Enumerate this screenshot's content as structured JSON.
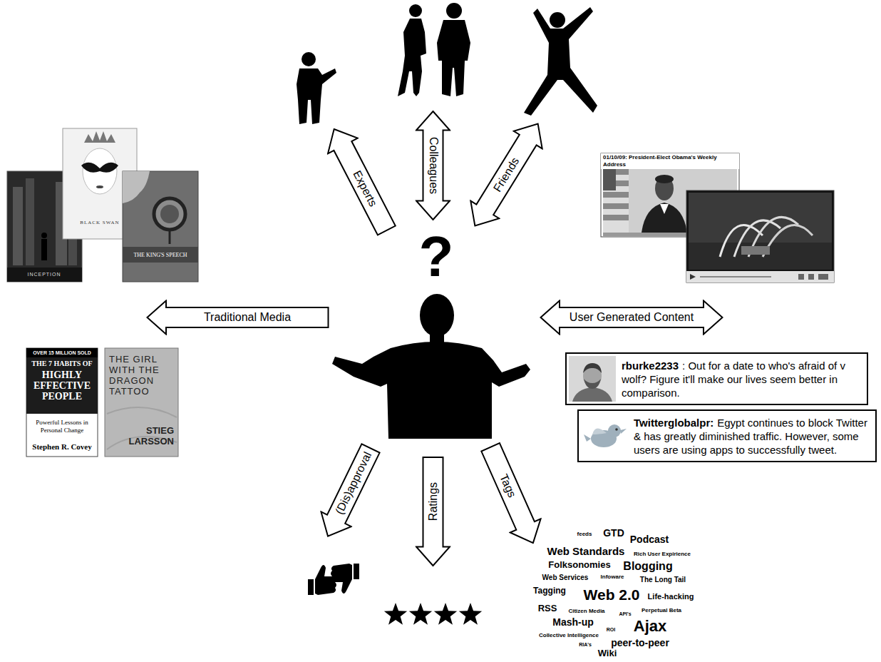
{
  "diagram": {
    "nodes": [
      {
        "text": [
          "Experts"
        ]
      },
      {
        "text": [
          "Colleagues"
        ]
      },
      {
        "text": [
          "Friends"
        ]
      },
      {
        "text": [
          "01/10/09: President-Elect Obama's Weekly Address"
        ]
      },
      {
        "text": [
          "Traditional Media"
        ]
      },
      {
        "text": [
          "User Generated Content"
        ]
      },
      {
        "text": [
          "rburke2233",
          ": Out for a date to who's afraid of v wolf? Figure it'll make our lives seem better in comparison."
        ]
      },
      {
        "text": [
          "Twitterglobalpr:",
          "Egypt continues to block Twitter & has greatly diminished traffic. However, some users are using apps to successfully tweet."
        ]
      },
      {
        "text": [
          "(Dis)approval"
        ]
      },
      {
        "text": [
          "Ratings"
        ]
      },
      {
        "text": [
          "Tags"
        ]
      }
    ],
    "labels": [
      "BLACK SWAN",
      "INCEPTION",
      "THE KING'S SPEECH",
      "?",
      "OVER 15 MILLION SOLD",
      "THE 7 HABITS OF",
      "HIGHLY EFFECTIVE PEOPLE",
      "Powerful Lessons in Personal Change",
      "Stephen R. Covey",
      "THE GIRL WITH THE DRAGON TATTOO",
      "STIEG LARSSON",
      "feeds",
      "GTD",
      "Podcast",
      "Web Standards",
      "Rich User Expirience",
      "Folksonomies",
      "Blogging",
      "Web Services",
      "Infoware",
      "The Long Tail",
      "Tagging",
      "Web 2.0",
      "Life-hacking",
      "RSS",
      "Citizen Media",
      "Perpetual Beta",
      "API's",
      "Mash-up",
      "Ajax",
      "ROI",
      "Collective Intelligence",
      "RIA's",
      "peer-to-peer",
      "Wiki"
    ]
  }
}
